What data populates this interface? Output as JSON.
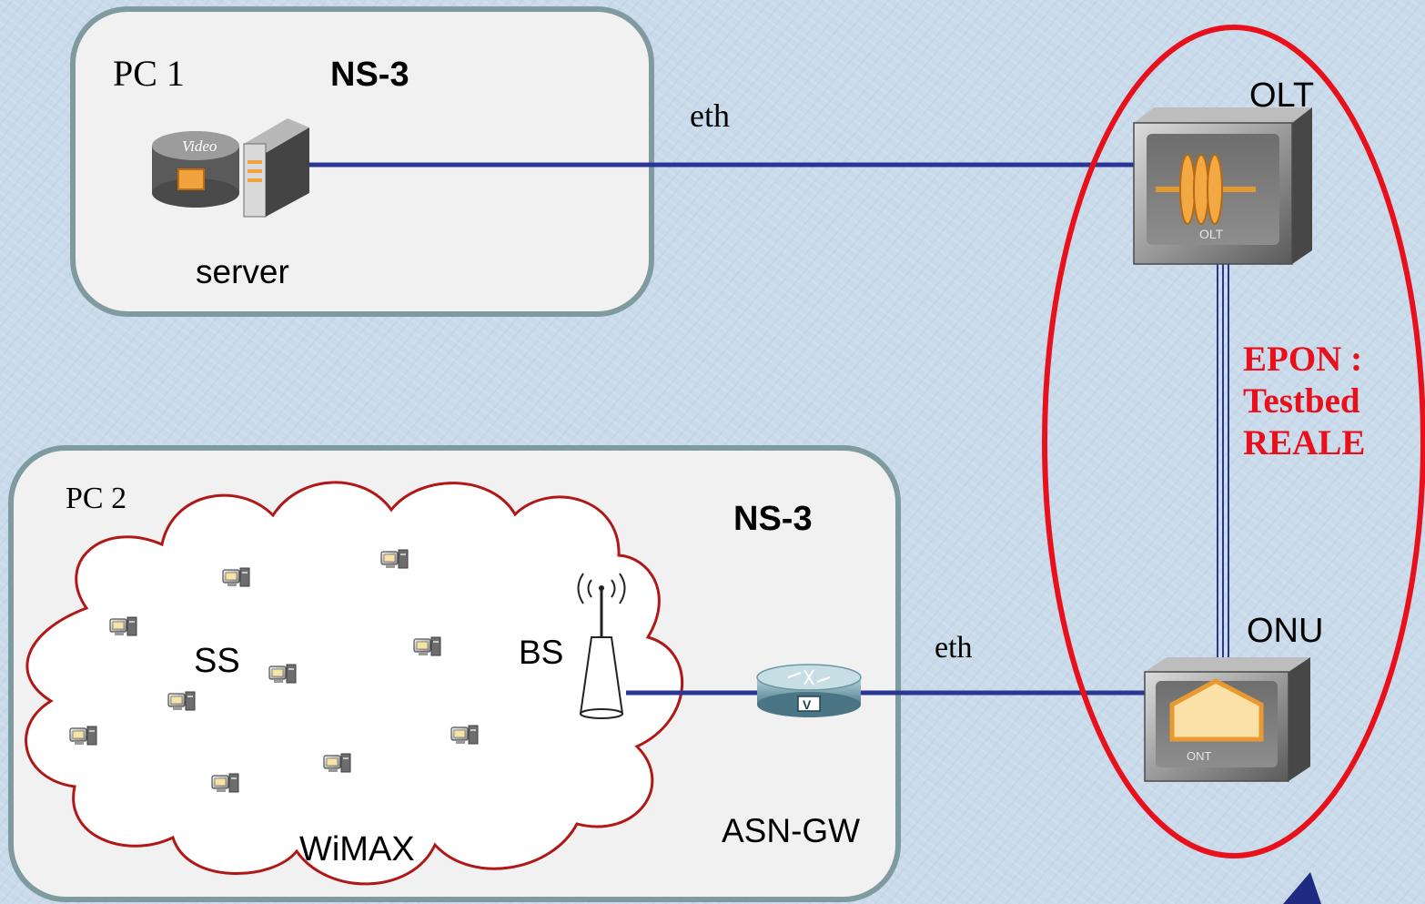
{
  "pc1": {
    "label": "PC 1",
    "engine": "NS-3",
    "server_label": "server"
  },
  "pc2": {
    "label": "PC 2",
    "engine": "NS-3",
    "ss_label": "SS",
    "bs_label": "BS",
    "cloud_label": "WiMAX",
    "gateway_label": "ASN-GW"
  },
  "links": {
    "top_eth": "eth",
    "bottom_eth": "eth"
  },
  "epon": {
    "olt_label": "OLT",
    "onu_label": "ONU",
    "olt_box_text": "OLT",
    "ont_box_text": "ONT",
    "lines": [
      "EPON :",
      "Testbed",
      "REALE"
    ]
  },
  "server_icon_text": "Video",
  "router_icon_text": "V",
  "colors": {
    "link": "#2b3596",
    "ellipse": "#e8101a",
    "cloud": "#b01818",
    "box_border": "#7f9b9f",
    "box_fill": "#f1f1f1",
    "epon_text": "#e8101a"
  }
}
